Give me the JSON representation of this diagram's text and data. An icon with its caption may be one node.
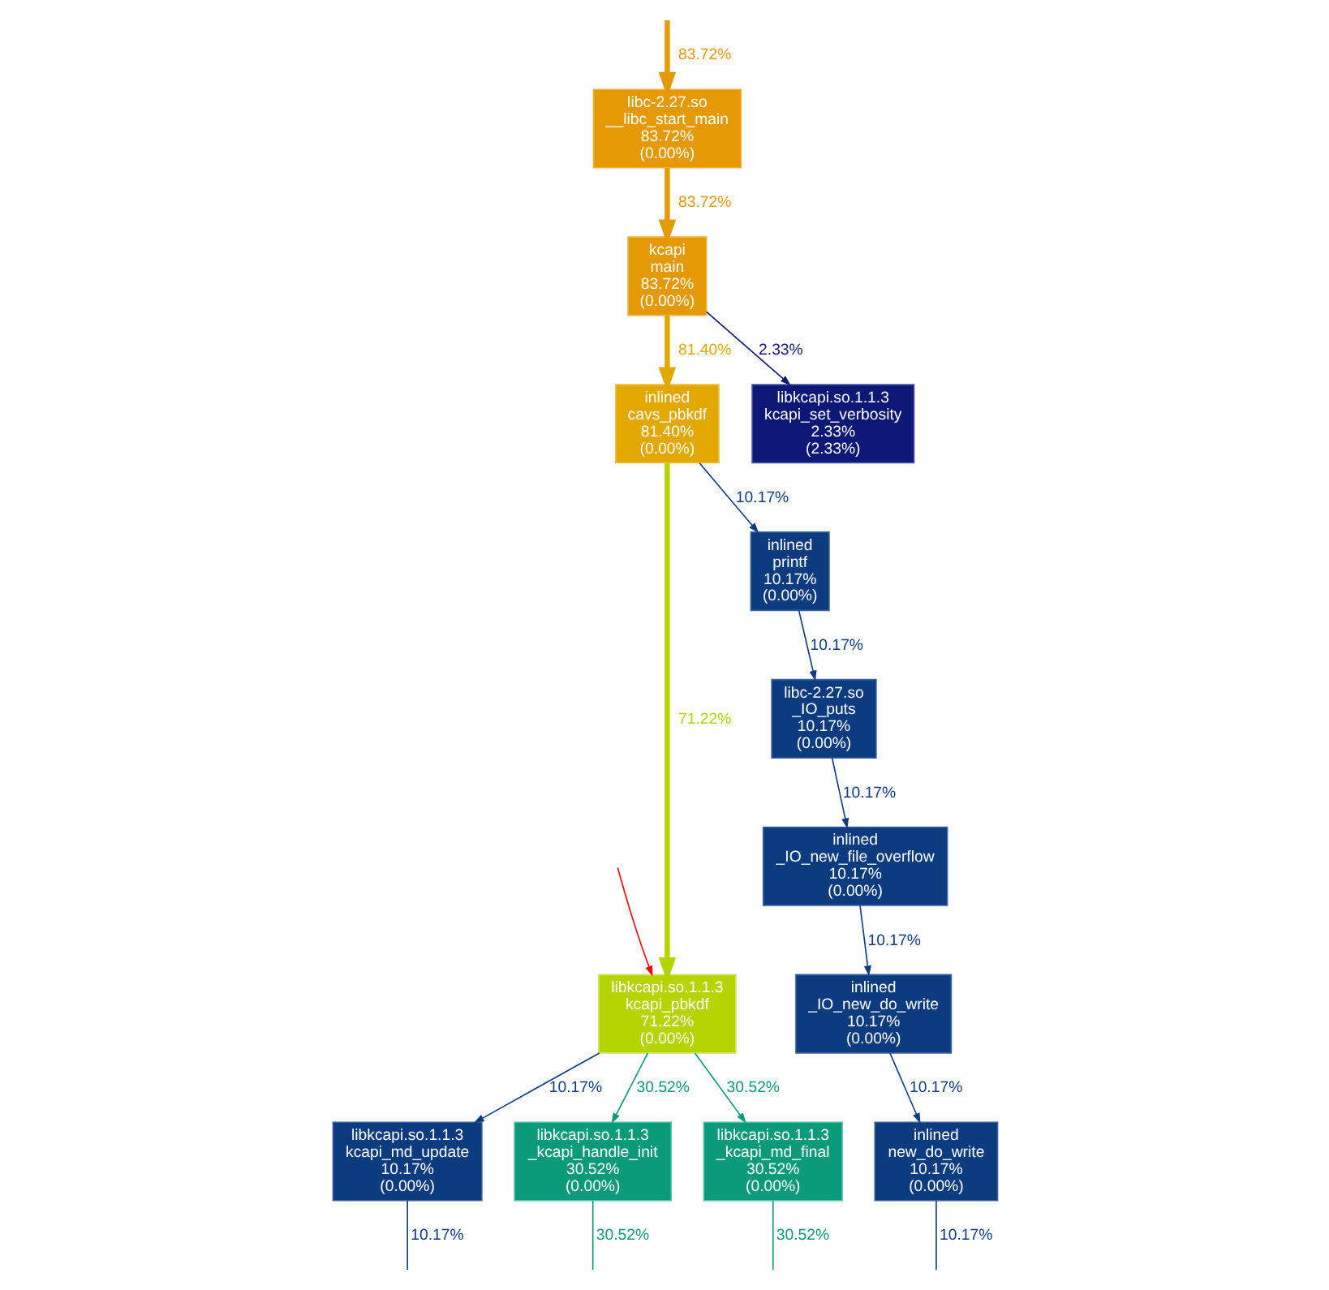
{
  "diagram": {
    "nodes": [
      {
        "text": [
          "libc-2.27.so",
          "__libc_start_main",
          "83.72%",
          "(0.00%)"
        ]
      },
      {
        "text": [
          "kcapi",
          "main",
          "83.72%",
          "(0.00%)"
        ]
      },
      {
        "text": [
          "inlined",
          "cavs_pbkdf",
          "81.40%",
          "(0.00%)"
        ]
      },
      {
        "text": [
          "libkcapi.so.1.1.3",
          "kcapi_set_verbosity",
          "2.33%",
          "(2.33%)"
        ]
      },
      {
        "text": [
          "inlined",
          "printf",
          "10.17%",
          "(0.00%)"
        ]
      },
      {
        "text": [
          "libc-2.27.so",
          "_IO_puts",
          "10.17%",
          "(0.00%)"
        ]
      },
      {
        "text": [
          "inlined",
          "_IO_new_file_overflow",
          "10.17%",
          "(0.00%)"
        ]
      },
      {
        "text": [
          "libkcapi.so.1.1.3",
          "kcapi_pbkdf",
          "71.22%",
          "(0.00%)"
        ]
      },
      {
        "text": [
          "inlined",
          "_IO_new_do_write",
          "10.17%",
          "(0.00%)"
        ]
      },
      {
        "text": [
          "libkcapi.so.1.1.3",
          "kcapi_md_update",
          "10.17%",
          "(0.00%)"
        ]
      },
      {
        "text": [
          "libkcapi.so.1.1.3",
          "_kcapi_handle_init",
          "30.52%",
          "(0.00%)"
        ]
      },
      {
        "text": [
          "libkcapi.so.1.1.3",
          "_kcapi_md_final",
          "30.52%",
          "(0.00%)"
        ]
      },
      {
        "text": [
          "inlined",
          "new_do_write",
          "10.17%",
          "(0.00%)"
        ]
      }
    ],
    "edges": [
      {
        "from": null,
        "to": 0,
        "arrow": "to",
        "label": "83.72%",
        "style": "thick",
        "color": "#e59a05"
      },
      {
        "from": 0,
        "to": 1,
        "arrow": "to",
        "label": "83.72%",
        "style": "thick",
        "color": "#e59a05"
      },
      {
        "from": 1,
        "to": 2,
        "arrow": "to",
        "label": "81.40%",
        "style": "thick",
        "color": "#e3a800"
      },
      {
        "from": 1,
        "to": 3,
        "arrow": "to",
        "label": "2.33%",
        "color": "#0d1776"
      },
      {
        "from": 2,
        "to": 4,
        "arrow": "to",
        "label": "10.17%"
      },
      {
        "from": 2,
        "to": 7,
        "arrow": "to",
        "label": "71.22%",
        "style": "thick",
        "color": "#b5d400"
      },
      {
        "from": 4,
        "to": 5,
        "arrow": "to",
        "label": "10.17%"
      },
      {
        "from": 5,
        "to": 6,
        "arrow": "to",
        "label": "10.17%"
      },
      {
        "from": 6,
        "to": 8,
        "arrow": "to",
        "label": "10.17%"
      },
      {
        "from": 7,
        "to": 9,
        "arrow": "to",
        "label": "10.17%"
      },
      {
        "from": 7,
        "to": 10,
        "arrow": "to",
        "label": "30.52%",
        "color": "#0c9b7a"
      },
      {
        "from": 7,
        "to": 11,
        "arrow": "to",
        "label": "30.52%",
        "color": "#0c9b7a"
      },
      {
        "from": 8,
        "to": 12,
        "arrow": "to",
        "label": "10.17%"
      },
      {
        "from": 9,
        "to": null,
        "arrow": "none",
        "label": "10.17%"
      },
      {
        "from": 10,
        "to": null,
        "arrow": "none",
        "label": "30.52%",
        "color": "#0c9b7a"
      },
      {
        "from": 11,
        "to": null,
        "arrow": "none",
        "label": "30.52%",
        "color": "#0c9b7a"
      },
      {
        "from": 12,
        "to": null,
        "arrow": "none",
        "label": "10.17%"
      },
      {
        "from": null,
        "to": 7,
        "arrow": "to",
        "color": "#ff0000"
      }
    ]
  }
}
